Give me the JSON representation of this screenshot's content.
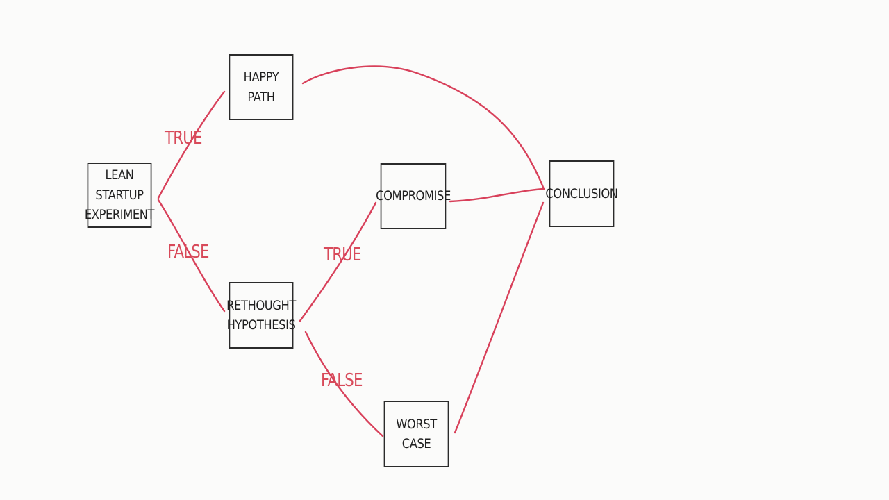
{
  "diagram": {
    "nodes": {
      "experiment": "LEAN STARTUP\nEXPERIMENT",
      "happy_path": "HAPPY PATH",
      "compromise": "COMPROMISE",
      "conclusion": "CONCLUSION",
      "rethought": "RETHOUGHT\nHYPOTHESIS",
      "worst_case": "WORST CASE"
    },
    "edge_labels": {
      "experiment_true": "TRUE",
      "experiment_false": "FALSE",
      "rethought_true": "TRUE",
      "rethought_false": "FALSE"
    },
    "colors": {
      "edge": "#d8405a",
      "box_border": "#2b2b2b",
      "label": "#d84a5a"
    }
  }
}
